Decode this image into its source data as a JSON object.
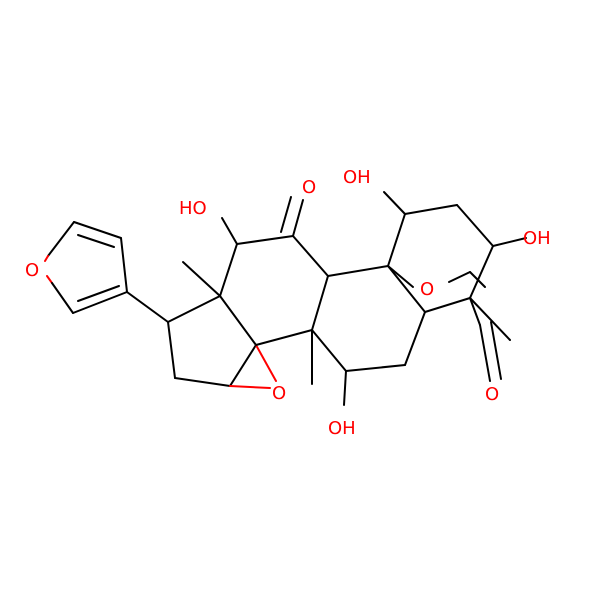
{
  "colors": {
    "bond": "#000000",
    "oxygen": "#ff0000",
    "background": "#ffffff"
  },
  "labels": {
    "furan_o": "O",
    "oh_c12": "HO",
    "ketone_o": "O",
    "oh_top": "OH",
    "oh_right": "OH",
    "ether_o": "O",
    "epoxide_o": "O",
    "oh_bottom": "OH",
    "lactone_o": "O"
  }
}
